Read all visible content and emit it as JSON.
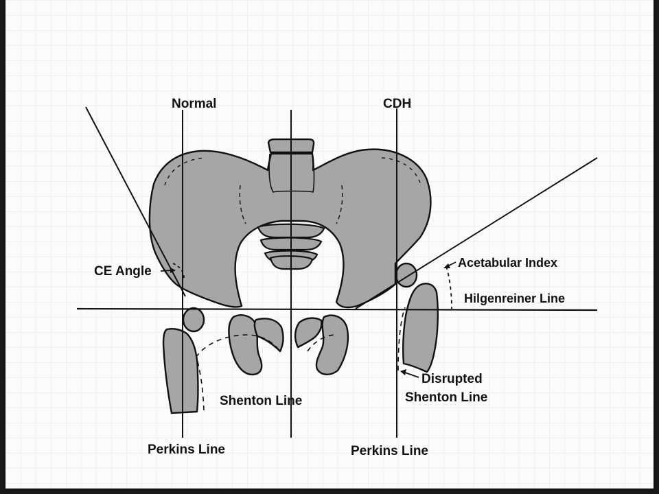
{
  "colors": {
    "bone_fill": "#a6a6a6",
    "ink": "#111111",
    "paper": "#fbfbfb",
    "frame": "#1a1a1a"
  },
  "labels": {
    "normal": "Normal",
    "cdh": "CDH",
    "ce_angle": "CE Angle",
    "acetabular_index": "Acetabular Index",
    "hilgenreiner_line": "Hilgenreiner Line",
    "disrupted_line1": "Disrupted",
    "disrupted_line2": "Shenton Line",
    "shenton_line": "Shenton Line",
    "perkins_left": "Perkins Line",
    "perkins_right": "Perkins Line"
  }
}
